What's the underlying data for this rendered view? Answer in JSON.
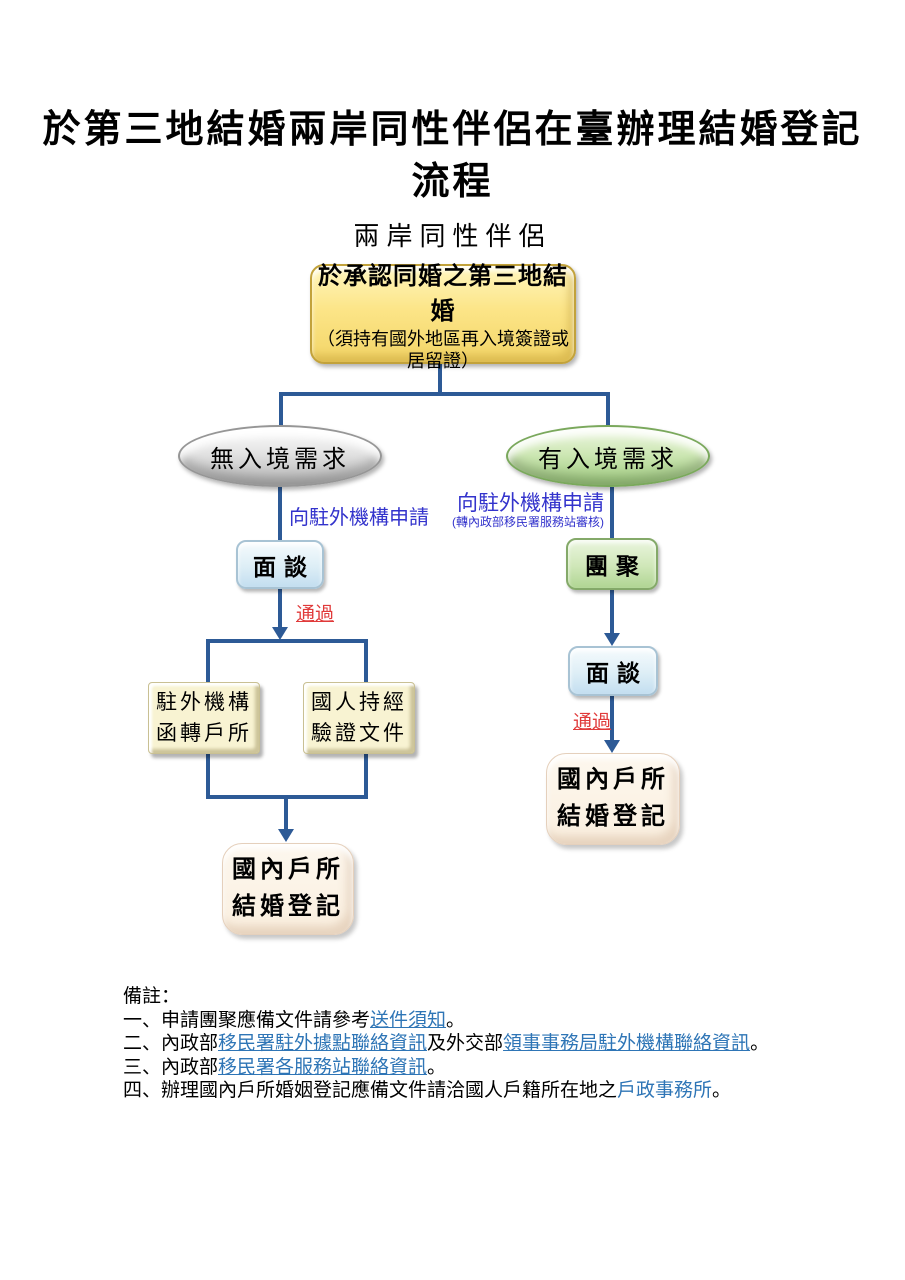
{
  "title": {
    "line1": "於第三地結婚兩岸同性伴侶在臺辦理結婚登記",
    "line2": "流程"
  },
  "subtitle": "兩岸同性伴侶",
  "flowchart": {
    "start": {
      "title": "於承認同婚之第三地結婚",
      "sub_line1": "（須持有國外地區再入境簽證或",
      "sub_line2": "居留證）"
    },
    "left_branch": {
      "condition": "無入境需求",
      "apply_label": "向駐外機構申請",
      "interview": "面談",
      "pass_label": "通過",
      "transfer_line1": "駐外機構",
      "transfer_line2": "函轉戶所",
      "documents_line1": "國人持經",
      "documents_line2": "驗證文件",
      "registration_line1": "國內戶所",
      "registration_line2": "結婚登記"
    },
    "right_branch": {
      "condition": "有入境需求",
      "apply_label": "向駐外機構申請",
      "apply_sublabel": "(轉內政部移民署服務站審核)",
      "reunion": "團聚",
      "interview": "面談",
      "pass_label": "通過",
      "registration_line1": "國內戶所",
      "registration_line2": "結婚登記"
    }
  },
  "notes": {
    "heading": "備註：",
    "items": [
      {
        "segments": [
          {
            "text": "一、申請團聚應備文件請參考"
          },
          {
            "text": "送件須知"
          },
          {
            "text": "。"
          }
        ]
      },
      {
        "segments": [
          {
            "text": "二、內政部"
          },
          {
            "text": "移民署駐外據點聯絡資訊"
          },
          {
            "text": "及外交部"
          },
          {
            "text": "領事事務局駐外機構聯絡資訊"
          },
          {
            "text": "。"
          }
        ]
      },
      {
        "segments": [
          {
            "text": "三、內政部"
          },
          {
            "text": "移民署各服務站聯絡資訊"
          },
          {
            "text": "。"
          }
        ]
      },
      {
        "segments": [
          {
            "text": "四、辦理國內戶所婚姻登記應備文件請洽國人戶籍所在地之"
          },
          {
            "text": "戶政事務所"
          },
          {
            "text": "。"
          }
        ]
      }
    ]
  },
  "colors": {
    "connector_blue": "#2D5A96",
    "apply_label_blue": "#3333CC",
    "pass_red": "#E03A3A",
    "link_blue": "#2E75B6",
    "start_fill": "#FCE588",
    "gray_ellipse": "#C9C9C9",
    "green_ellipse": "#B5DB98",
    "interview_fill": "#DDEEF6",
    "cream_fill": "#F8F3D2",
    "registration_fill": "#FAEFDF"
  }
}
